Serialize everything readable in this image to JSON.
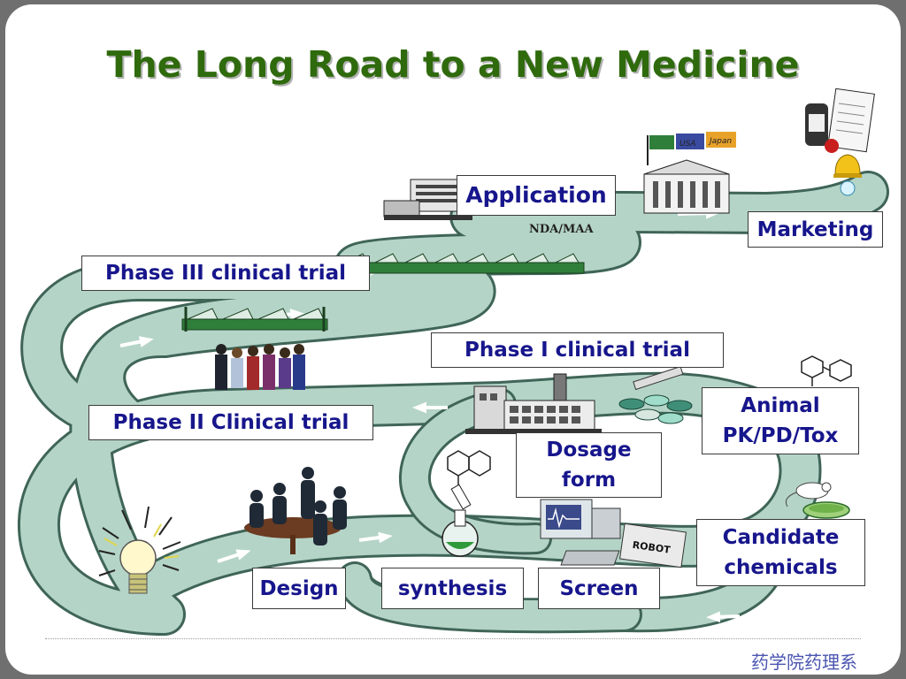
{
  "title": "The Long Road to a New Medicine",
  "stages": {
    "application": "Application",
    "marketing": "Marketing",
    "phase_3": "Phase III clinical trial",
    "phase_1": "Phase I clinical trial",
    "animal": "Animal\nPK/PD/Tox",
    "phase_2": "Phase II Clinical trial",
    "dosage_form": "Dosage\nform",
    "candidate_chemicals": "Candidate\nchemicals",
    "design": "Design",
    "synthesis": "synthesis",
    "screen": "Screen"
  },
  "road_sign": "NDA/MAA",
  "robot_label": "ROBOT",
  "flags": [
    "USA",
    "Japan"
  ],
  "footer": "药学院药理系",
  "colors": {
    "title": "#2f6a0d",
    "label_text": "#17168c",
    "road": "#b4d4c7",
    "road_edge": "#4a6e62"
  }
}
